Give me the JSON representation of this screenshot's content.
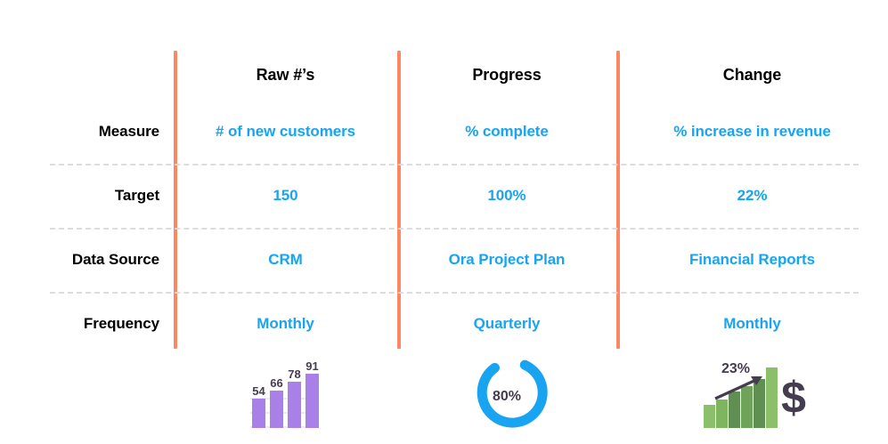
{
  "theme": {
    "divider_color": "#FC8863",
    "separator_color": "#DCDCDC",
    "value_color": "#18A4F0",
    "label_color": "#000000",
    "purple_bar": "#A97FE8",
    "donut_color": "#18A4F0",
    "dark_text": "#463C50",
    "green_light": "#8CBF6A",
    "green_dark": "#5F8F52",
    "background": "#FFFFFF"
  },
  "table": {
    "corner_label": "",
    "columns": [
      {
        "label": "Raw #’s"
      },
      {
        "label": "Progress"
      },
      {
        "label": "Change"
      }
    ],
    "rows": [
      {
        "label": "Measure",
        "values": [
          "# of new customers",
          "% complete",
          "% increase in revenue"
        ]
      },
      {
        "label": "Target",
        "values": [
          "150",
          "100%",
          "22%"
        ]
      },
      {
        "label": "Data Source",
        "values": [
          "CRM",
          "Ora Project Plan",
          "Financial Reports"
        ]
      },
      {
        "label": "Frequency",
        "values": [
          "Monthly",
          "Quarterly",
          "Monthly"
        ]
      }
    ]
  },
  "icons": {
    "raw_numbers": {
      "name": "purple-bar-chart-icon",
      "type": "bar",
      "labels": [
        "54",
        "66",
        "78",
        "91"
      ],
      "values": [
        54,
        66,
        78,
        91
      ]
    },
    "progress": {
      "name": "donut-progress-icon",
      "type": "donut",
      "center_label": "80%",
      "percent": 80
    },
    "change": {
      "name": "green-growth-chart-icon",
      "type": "bar",
      "annotation": "23%",
      "values": [
        30,
        44,
        60,
        76,
        96
      ],
      "currency_glyph": "$"
    }
  },
  "chart_data": [
    {
      "type": "bar",
      "title": "Raw #’s",
      "categories": [
        "1",
        "2",
        "3",
        "4"
      ],
      "values": [
        54,
        66,
        78,
        91
      ],
      "data_labels": [
        "54",
        "66",
        "78",
        "91"
      ],
      "series_color": "#A97FE8",
      "xlabel": "",
      "ylabel": "",
      "ylim": [
        0,
        100
      ],
      "grid": true,
      "legend": "none"
    },
    {
      "type": "pie",
      "title": "Progress",
      "categories": [
        "complete",
        "remaining"
      ],
      "values": [
        80,
        20
      ],
      "data_labels": [
        "80%"
      ],
      "series_color": "#18A4F0",
      "ylim": [
        0,
        100
      ],
      "grid": false,
      "legend": "none"
    },
    {
      "type": "bar",
      "title": "Change",
      "categories": [
        "1",
        "2",
        "3",
        "4",
        "5"
      ],
      "values": [
        30,
        44,
        60,
        76,
        96
      ],
      "data_labels": [
        "23%"
      ],
      "series_color": "#8CBF6A",
      "xlabel": "",
      "ylabel": "",
      "ylim": [
        0,
        100
      ],
      "grid": false,
      "legend": "none",
      "annotations": [
        "23% upward trend arrow",
        "$"
      ]
    }
  ]
}
